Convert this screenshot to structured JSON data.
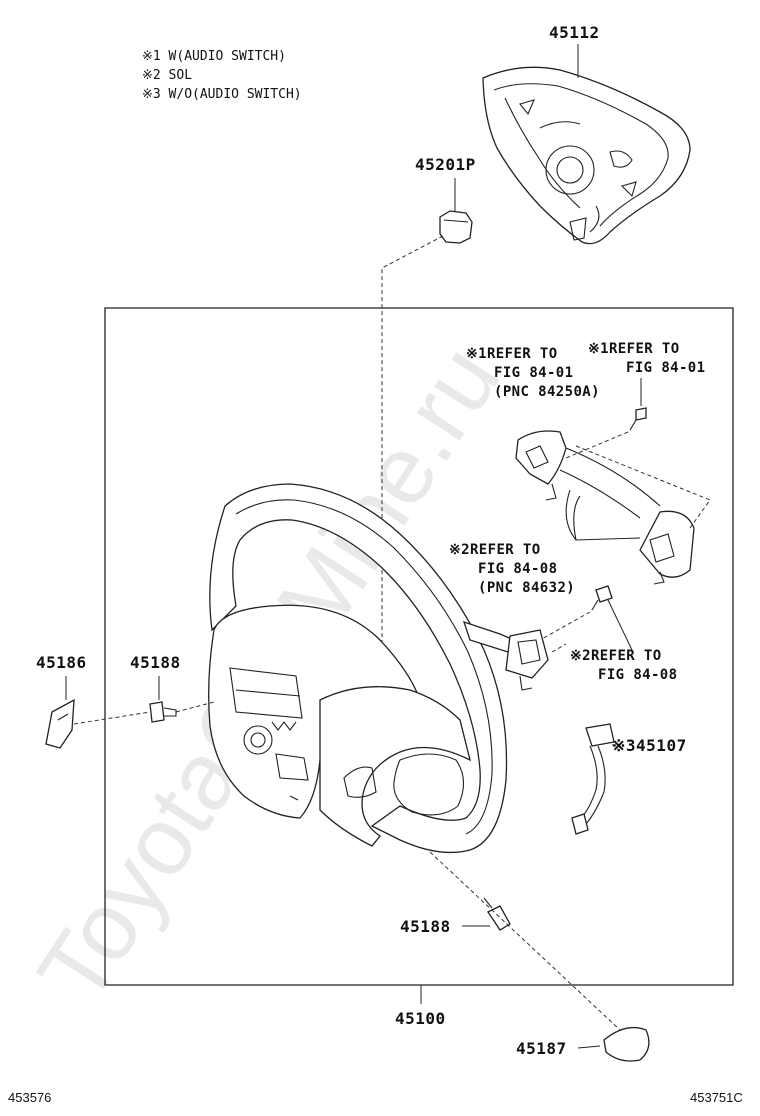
{
  "legend": [
    "※1 W(AUDIO SWITCH)",
    "※2 SOL",
    "※3 W/O(AUDIO SWITCH)"
  ],
  "parts": {
    "p45112": "45112",
    "p45201P": "45201P",
    "p45186": "45186",
    "p45188_left": "45188",
    "p345107": "※345107",
    "p45188_bottom": "45188",
    "p45100": "45100",
    "p45187": "45187"
  },
  "refs": {
    "ref1_left": [
      "※1REFER TO",
      "FIG 84-01",
      "(PNC 84250A)"
    ],
    "ref1_right": [
      "※1REFER TO",
      "FIG 84-01"
    ],
    "ref2_upper": [
      "※2REFER TO",
      "FIG 84-08",
      "(PNC 84632)"
    ],
    "ref2_lower": [
      "※2REFER TO",
      "FIG 84-08"
    ]
  },
  "footer": {
    "left_code": "453576",
    "right_code": "453751C"
  },
  "watermark": "ToyotaCarMine.ru"
}
